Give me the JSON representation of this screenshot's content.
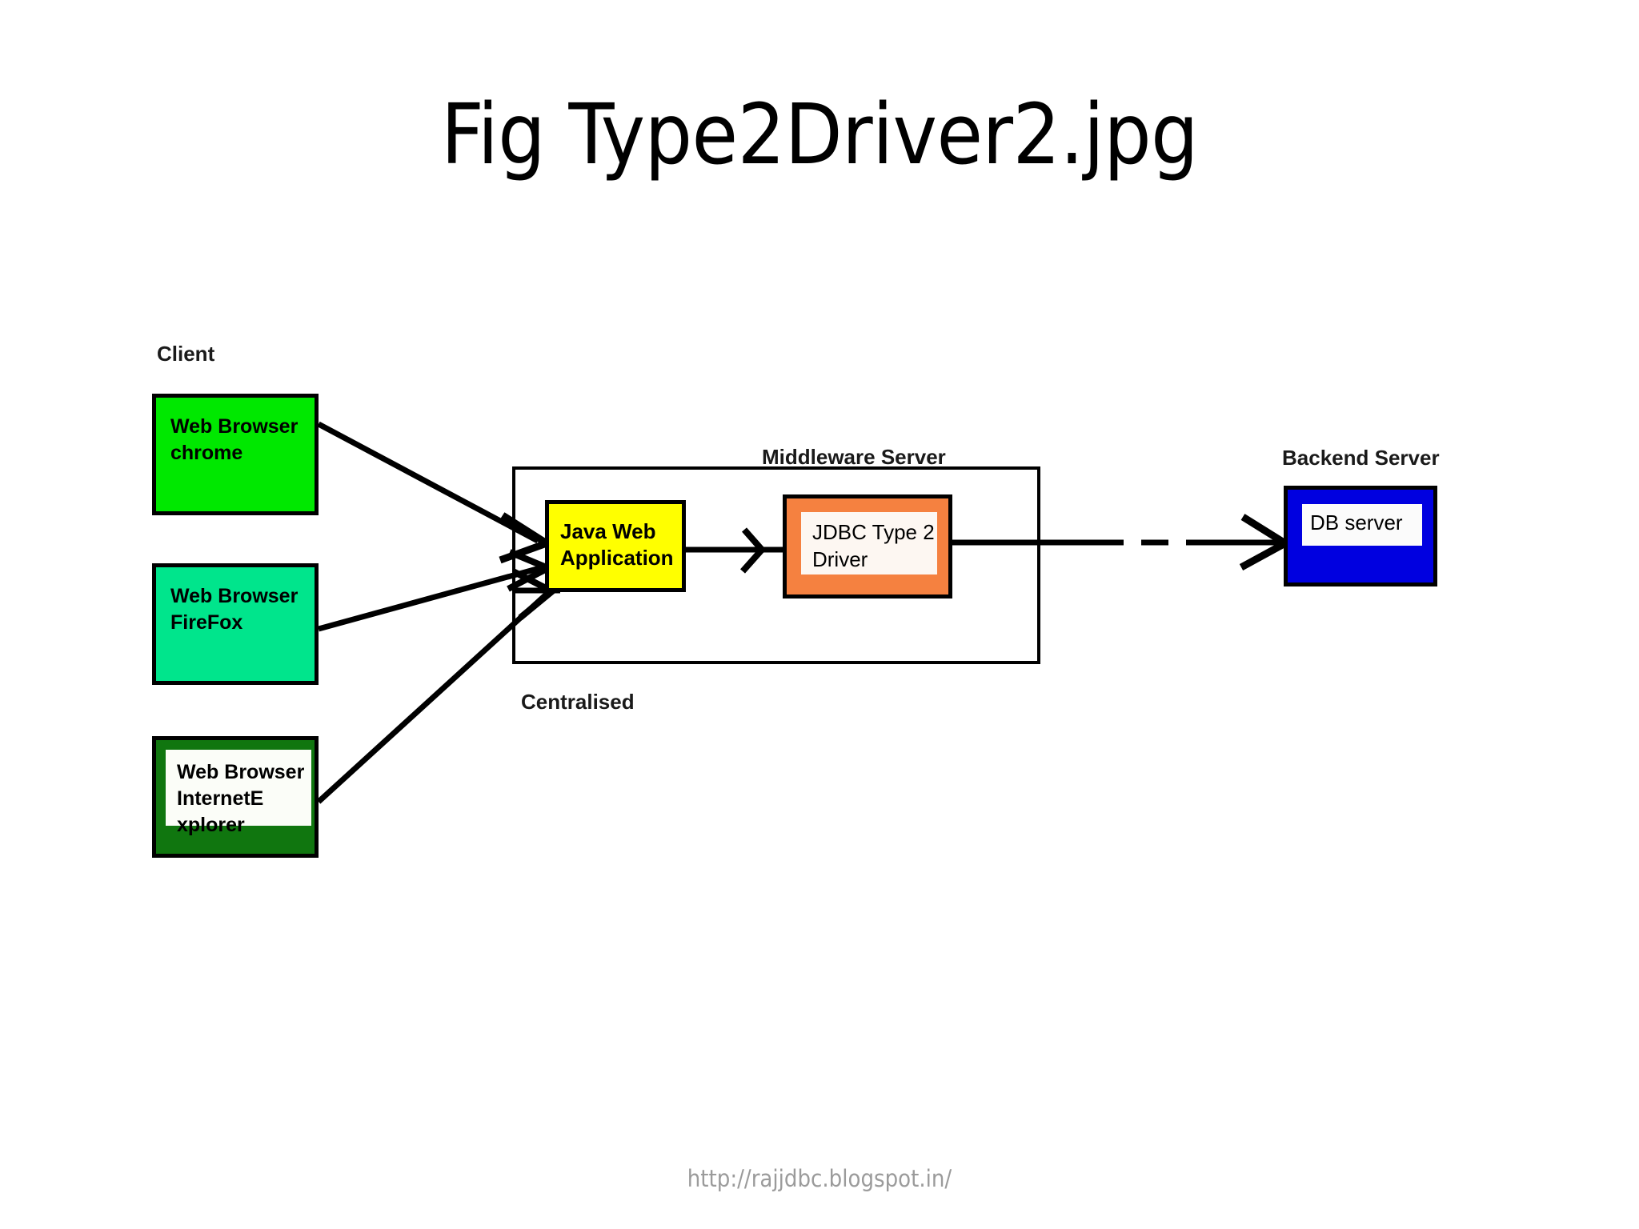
{
  "slide": {
    "title": "Fig Type2Driver2.jpg",
    "background_color": "#ffffff",
    "footer_url": "http://rajjdbc.blogspot.in/"
  },
  "captions": {
    "client": "Client",
    "middleware": "Middleware Server",
    "backend": "Backend Server",
    "centralised": "Centralised"
  },
  "nodes": {
    "client_chrome": {
      "label": "Web Browser\nchrome",
      "color": "#00e800",
      "border_color": "#000000"
    },
    "client_firefox": {
      "label": "Web Browser\nFireFox",
      "color": "#00e58c",
      "border_color": "#000000"
    },
    "client_ie": {
      "label": "Web Browser\nInternetE\nxplorer",
      "color": "#10760f",
      "inner_color": "#fbfdf8",
      "border_color": "#000000"
    },
    "java_web_application": {
      "label": "Java Web\nApplication",
      "color": "#ffff00",
      "border_color": "#000000"
    },
    "jdbc_type2_driver": {
      "label": "JDBC Type 2\nDriver",
      "color": "#f58140",
      "inner_color": "#fdf7f2",
      "border_color": "#000000"
    },
    "db_server": {
      "label": "DB server",
      "color": "#0000e0",
      "inner_color": "#fbfbfb",
      "border_color": "#000000"
    }
  },
  "connections": [
    {
      "from": "client_chrome",
      "to": "java_web_application",
      "style": "solid",
      "arrow": "filled"
    },
    {
      "from": "client_firefox",
      "to": "java_web_application",
      "style": "solid",
      "arrow": "filled"
    },
    {
      "from": "client_ie",
      "to": "java_web_application",
      "style": "solid",
      "arrow": "filled"
    },
    {
      "from": "java_web_application",
      "to": "jdbc_type2_driver",
      "style": "solid",
      "arrow": "chevron"
    },
    {
      "from": "jdbc_type2_driver",
      "to": "db_server",
      "style": "solid-dashed-solid",
      "arrow": "filled"
    }
  ]
}
